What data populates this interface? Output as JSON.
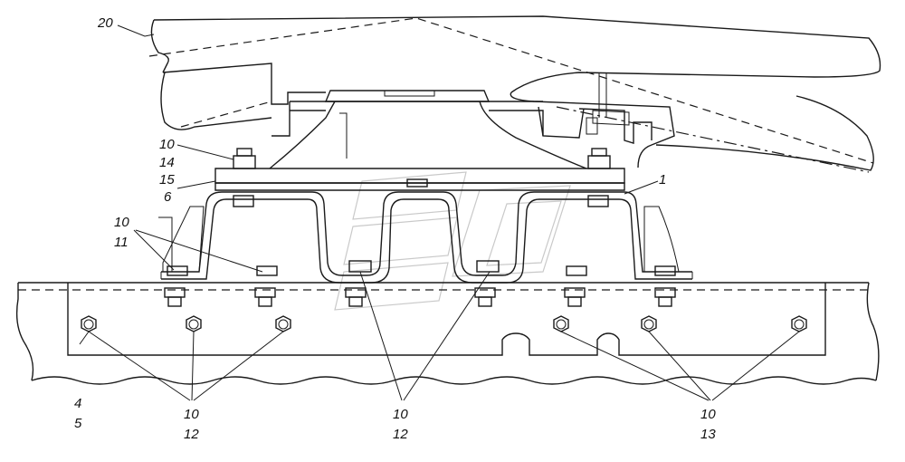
{
  "callouts": {
    "c20": "20",
    "c10_a": "10",
    "c14": "14",
    "c15": "15",
    "c6": "6",
    "c1": "1",
    "c10_b": "10",
    "c11": "11",
    "c4": "4",
    "c5": "5",
    "c10_c": "10",
    "c12_a": "12",
    "c10_d": "10",
    "c12_b": "12",
    "c10_e": "10",
    "c13": "13"
  },
  "colors": {
    "line": "#1a1a1a",
    "watermark": "#c9c9c9",
    "background": "#ffffff"
  }
}
